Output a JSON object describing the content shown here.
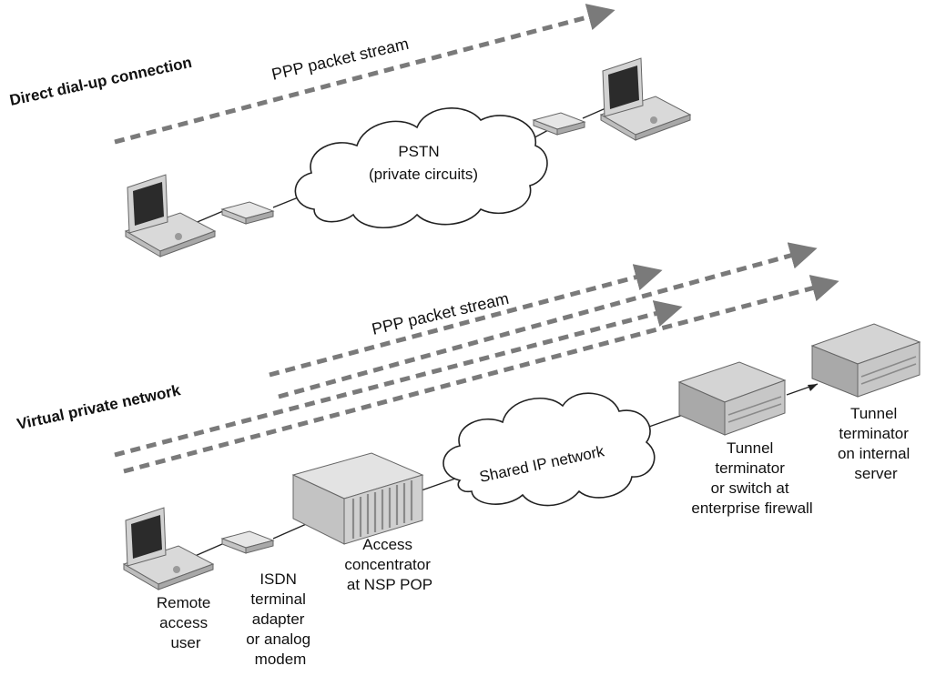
{
  "sections": {
    "direct": {
      "title": "Direct dial-up connection",
      "stream_label": "PPP packet stream",
      "cloud_line1": "PSTN",
      "cloud_line2": "(private circuits)"
    },
    "vpn": {
      "title": "Virtual private network",
      "stream_label": "PPP packet stream",
      "cloud_label": "Shared IP network"
    }
  },
  "devices": {
    "remote_user": [
      "Remote",
      "access",
      "user"
    ],
    "terminal_adapter": [
      "ISDN",
      "terminal",
      "adapter",
      "or analog",
      "modem"
    ],
    "access_concentrator": [
      "Access",
      "concentrator",
      "at NSP POP"
    ],
    "firewall_terminator": [
      "Tunnel",
      "terminator",
      "or switch at",
      "enterprise firewall"
    ],
    "internal_server": [
      "Tunnel",
      "terminator",
      "on internal",
      "server"
    ]
  },
  "colors": {
    "stream": "#7a7a7a",
    "device_light": "#d9d9d9",
    "device_mid": "#b8b8b8",
    "device_dark": "#8a8a8a",
    "screen": "#2b2b2b",
    "line": "#222222"
  }
}
